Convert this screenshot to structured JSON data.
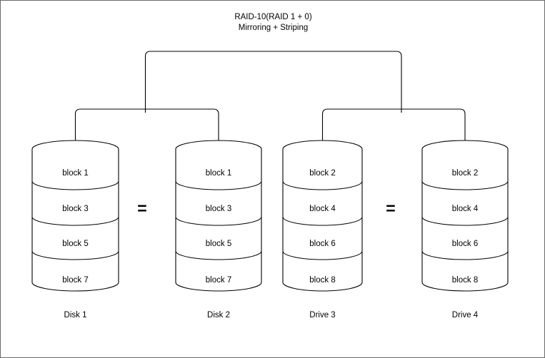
{
  "diagram": {
    "title_line1": "RAID-10(RAID 1 + 0)",
    "title_line2": "Mirroring + Striping",
    "background_color": "#ffffff",
    "stroke_color": "#000000",
    "border_color": "#6b6b6b",
    "equals_symbol_1": "=",
    "equals_symbol_2": "=",
    "disks": [
      {
        "caption": "Disk 1",
        "blocks": [
          "block 1",
          "block 3",
          "block 5",
          "block 7"
        ]
      },
      {
        "caption": "Disk 2",
        "blocks": [
          "block 1",
          "block 3",
          "block 5",
          "block 7"
        ]
      },
      {
        "caption": "Drive 3",
        "blocks": [
          "block 2",
          "block 4",
          "block 6",
          "block 8"
        ]
      },
      {
        "caption": "Drive 4",
        "blocks": [
          "block 2",
          "block 4",
          "block 6",
          "block 8"
        ]
      }
    ]
  }
}
